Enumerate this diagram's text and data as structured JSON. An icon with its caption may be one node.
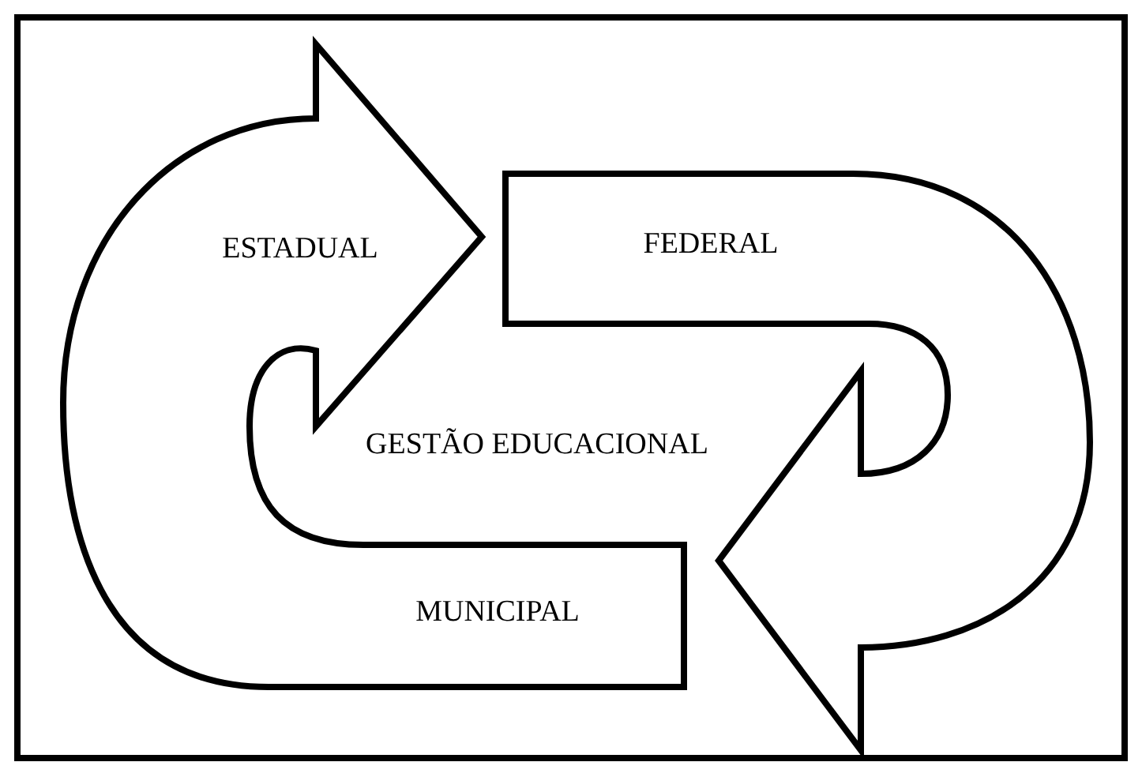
{
  "diagram": {
    "nodes": [
      {
        "text": [
          "ESTADUAL",
          "MUNICIPAL"
        ]
      },
      {
        "text": [
          "FEDERAL"
        ]
      }
    ],
    "labels": [
      "GESTÃO EDUCACIONAL"
    ]
  }
}
